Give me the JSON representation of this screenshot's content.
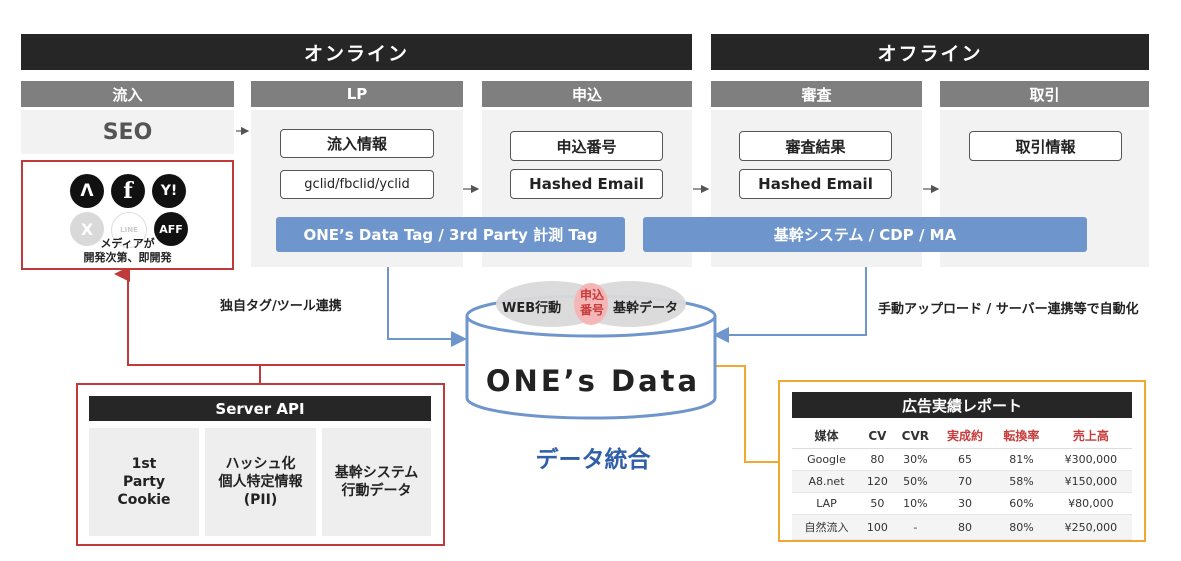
{
  "bands": {
    "online": "オンライン",
    "offline": "オフライン"
  },
  "stages": [
    {
      "head": "流入",
      "source": "SEO"
    },
    {
      "head": "LP",
      "fields": [
        "流入情報",
        "gclid/fbclid/yclid"
      ]
    },
    {
      "head": "申込",
      "fields": [
        "申込番号",
        "Hashed Email"
      ]
    },
    {
      "head": "審査",
      "fields": [
        "審査結果",
        "Hashed Email"
      ]
    },
    {
      "head": "取引",
      "fields": [
        "取引情報"
      ]
    }
  ],
  "media": {
    "icons": [
      {
        "name": "anchor-logo-icon",
        "glyph": "Λ"
      },
      {
        "name": "facebook-icon",
        "glyph": "f"
      },
      {
        "name": "yahoo-icon",
        "glyph": "Y!"
      },
      {
        "name": "x-icon",
        "glyph": "X"
      },
      {
        "name": "line-icon",
        "glyph": "LINE"
      },
      {
        "name": "aff-icon",
        "glyph": "AFF"
      }
    ],
    "note": "メディアが\n開発次第、即開発"
  },
  "tags": {
    "online": "ONE’s Data Tag / 3rd Party 計測 Tag",
    "offline": "基幹システム / CDP / MA"
  },
  "connectors": {
    "own_tag": "独自タグ/ツール連携",
    "manual": "手動アップロード / サーバー連携等で自動化"
  },
  "db": {
    "left": "WEB行動",
    "middle": "申込\n番号",
    "right": "基幹データ",
    "logo": "ONE’s Data",
    "caption": "データ統合"
  },
  "server_api": {
    "title": "Server API",
    "columns": [
      "1st\nParty\nCookie",
      "ハッシュ化\n個人特定情報\n(PII)",
      "基幹システム\n行動データ"
    ]
  },
  "report": {
    "title": "広告実績レポート",
    "headers": [
      "媒体",
      "CV",
      "CVR",
      "実成約",
      "転換率",
      "売上高"
    ],
    "rows": [
      [
        "Google",
        "80",
        "30%",
        "65",
        "81%",
        "¥300,000"
      ],
      [
        "A8.net",
        "120",
        "50%",
        "70",
        "58%",
        "¥150,000"
      ],
      [
        "LAP",
        "50",
        "10%",
        "30",
        "60%",
        "¥80,000"
      ],
      [
        "自然流入",
        "100",
        "-",
        "80",
        "80%",
        "¥250,000"
      ]
    ]
  },
  "colors": {
    "band": "#262626",
    "stage_head": "#7f7f7f",
    "tag_bar": "#6f96cc",
    "api_border": "#c0393b",
    "report_border": "#f0a830",
    "caption": "#2e5fa8",
    "accent_red": "#c73c3c"
  }
}
